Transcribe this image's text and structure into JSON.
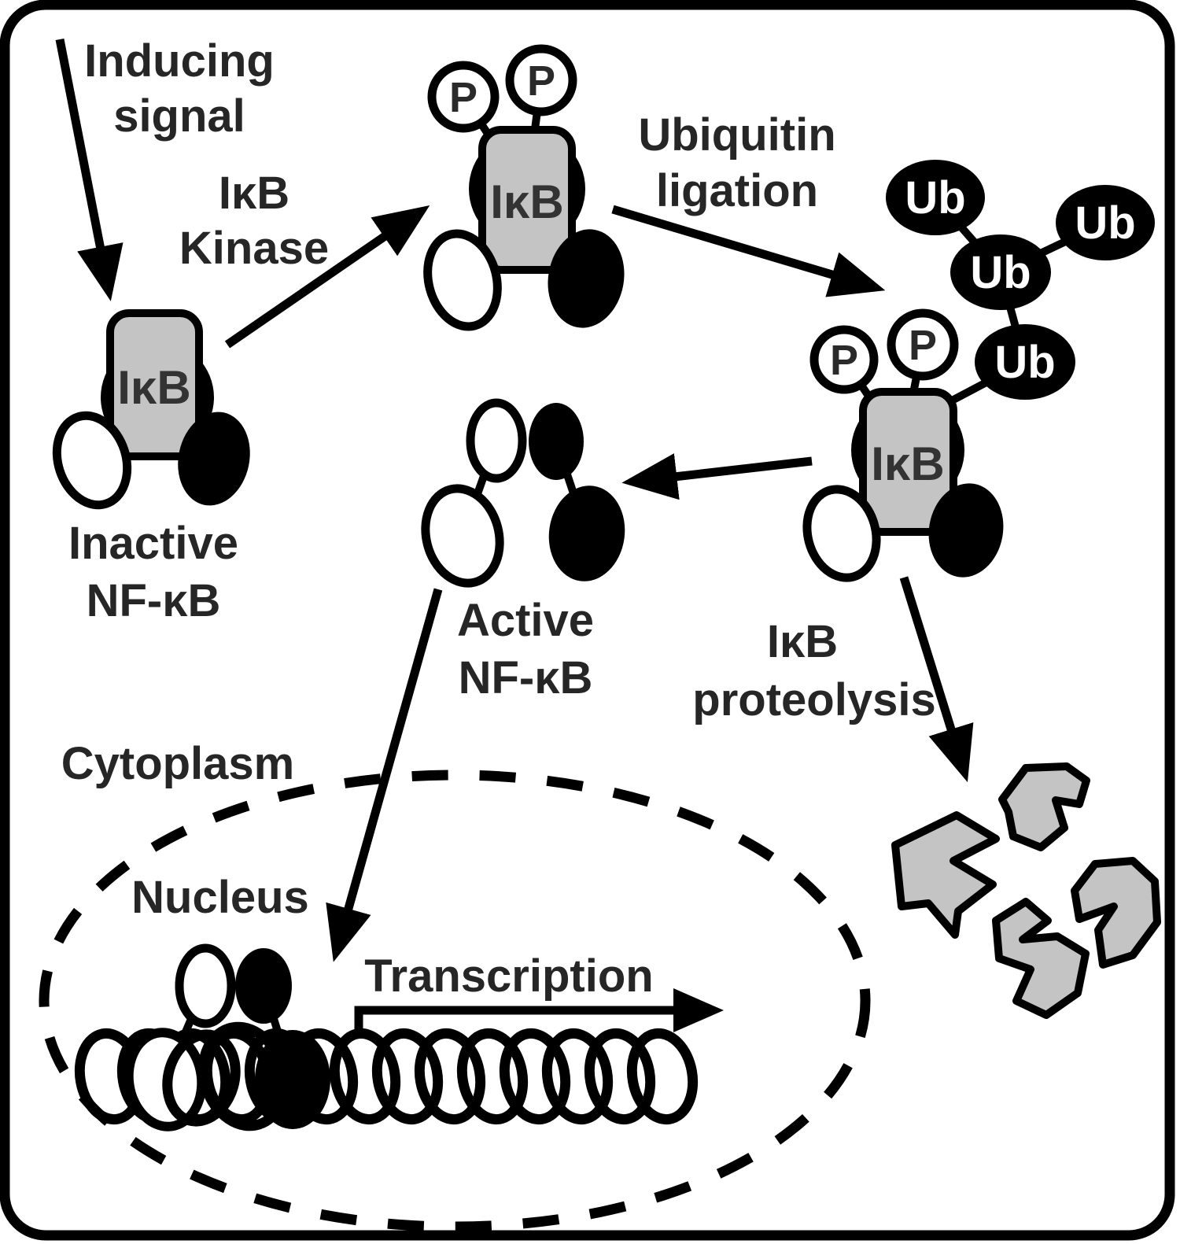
{
  "labels": {
    "inducing_1": "Inducing",
    "inducing_2": "signal",
    "kinase_1": "IκB",
    "kinase_2": "Kinase",
    "ikb": "IκB",
    "phosphate": "P",
    "ubiquitin": "Ub",
    "ligation_1": "Ubiquitin",
    "ligation_2": "ligation",
    "inactive_1": "Inactive",
    "inactive_2": "NF-κB",
    "active_1": "Active",
    "active_2": "NF-κB",
    "proteolysis_1": "IκB",
    "proteolysis_2": "proteolysis",
    "cytoplasm": "Cytoplasm",
    "nucleus": "Nucleus",
    "transcription": "Transcription"
  },
  "colors": {
    "ink": "#000000",
    "gray_fill": "#c4c4c4",
    "label_text": "#262626",
    "box_text": "#333333",
    "white": "#ffffff"
  }
}
